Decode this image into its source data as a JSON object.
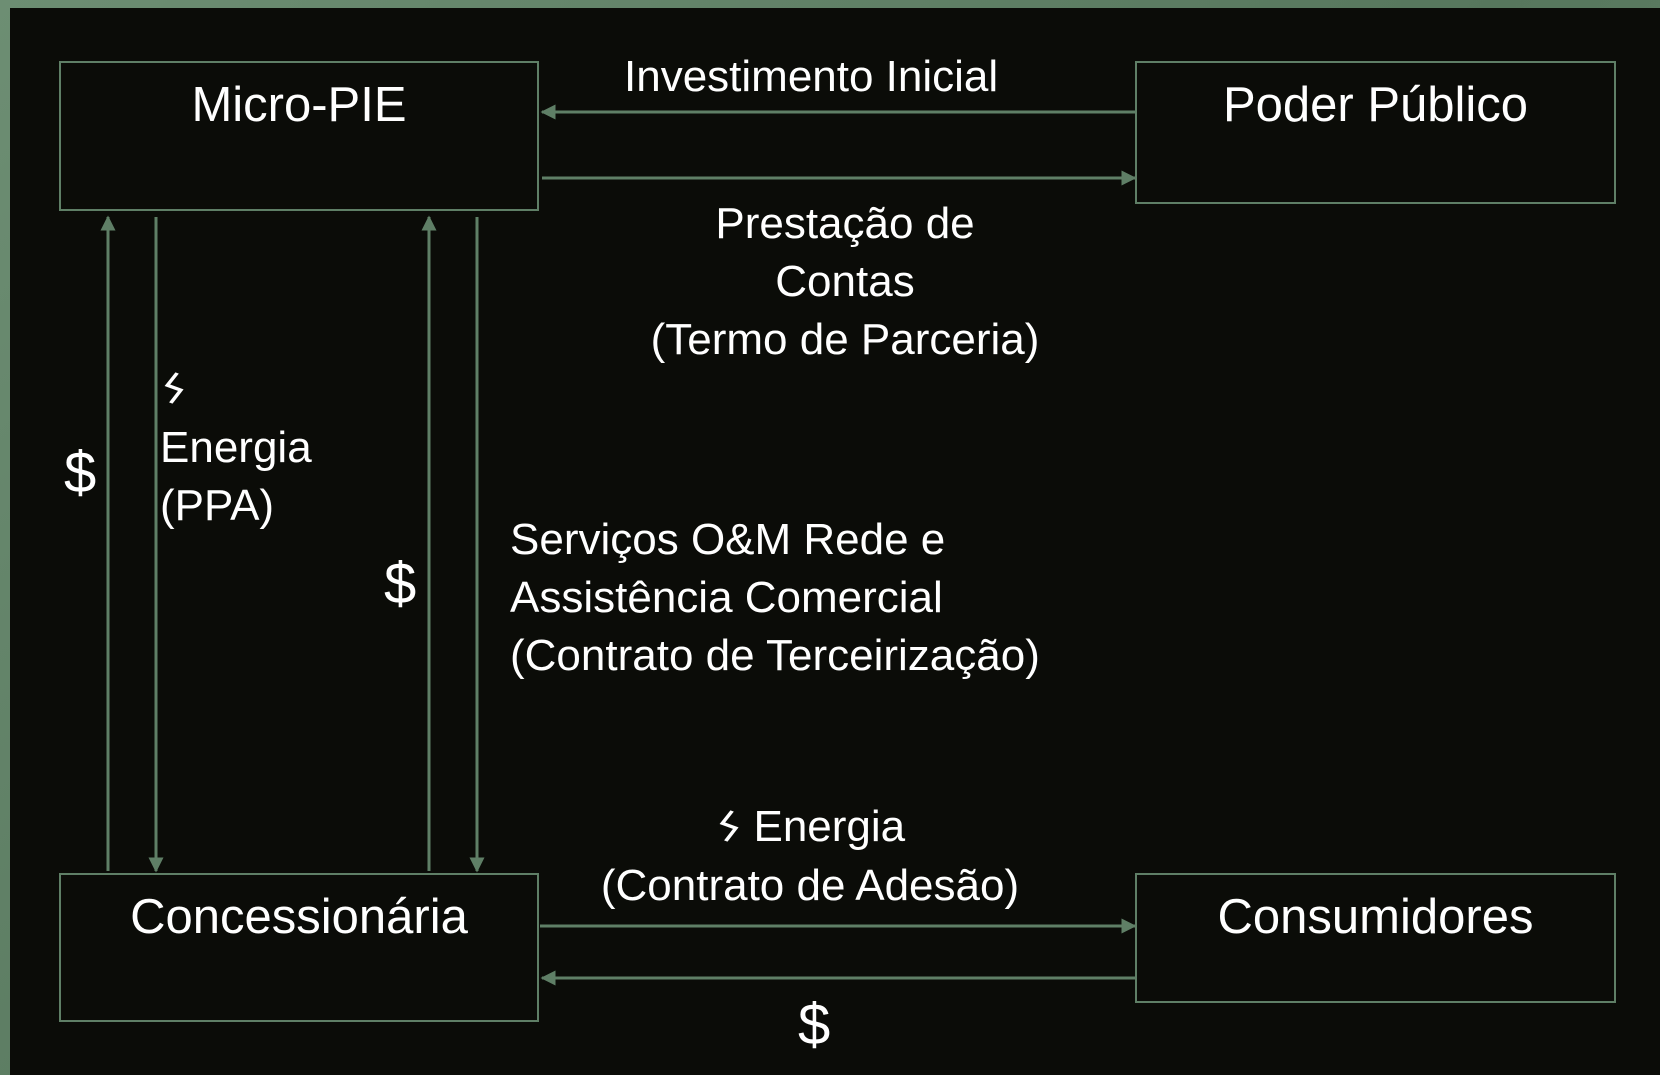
{
  "nodes": {
    "micro_pie": "Micro-PIE",
    "poder_publico": "Poder Público",
    "concessionaria": "Concessionária",
    "consumidores": "Consumidores"
  },
  "labels": {
    "investimento_inicial": "Investimento  Inicial",
    "prestacao_line1": "Prestação de",
    "prestacao_line2": "Contas",
    "prestacao_line3": "(Termo de Parceria)",
    "dollar_left": "$",
    "energia_ppa_line1": "Energia",
    "energia_ppa_line2": "(PPA)",
    "dollar_mid": "$",
    "servicos_line1": "Serviços O&M Rede e",
    "servicos_line2": "Assistência Comercial",
    "servicos_line3": "(Contrato de Terceirização)",
    "energia_adesao_line1": "Energia",
    "energia_adesao_line2": "(Contrato de Adesão)",
    "dollar_bottom": "$"
  },
  "icons": {
    "energy": "lightning-bolt-icon"
  },
  "colors": {
    "background": "#0b0c08",
    "frame": "#5f7f66",
    "lines": "#5f7f66",
    "text": "#ffffff"
  }
}
